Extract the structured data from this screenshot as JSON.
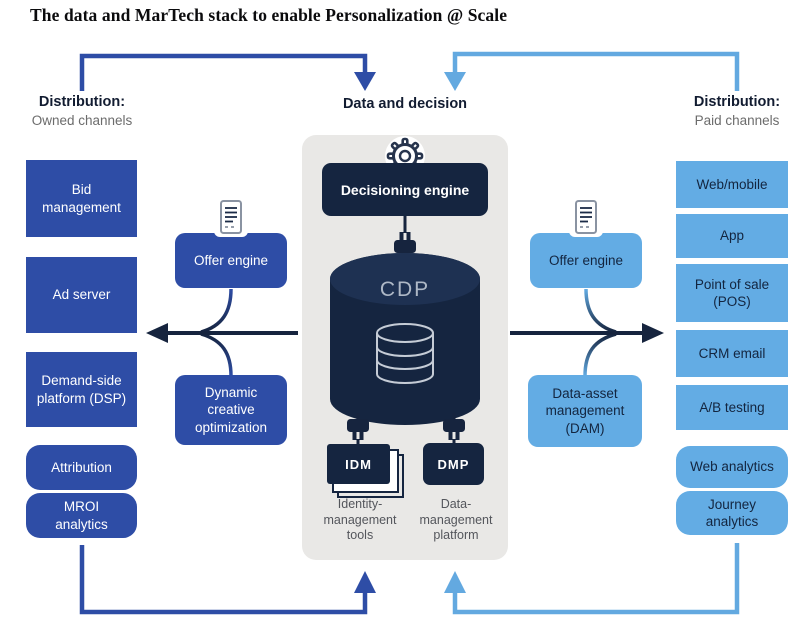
{
  "title": "The data and MarTech stack to enable Personalization @ Scale",
  "colors": {
    "dark_blue": "#2e4da6",
    "light_blue": "#63ace4",
    "navy": "#152540",
    "panel_gray": "#e9e8e6",
    "arrow_dark": "#16243e"
  },
  "icons": {
    "gear": "gear-icon",
    "tablet": "tablet-icon",
    "database": "database-icon",
    "plug": "plug-icon"
  },
  "left_column": {
    "header": "Distribution:",
    "subheader": "Owned channels",
    "boxes": [
      {
        "label": "Bid\nmanagement"
      },
      {
        "label": "Ad server"
      },
      {
        "label": "Demand-side\nplatform (DSP)"
      },
      {
        "label": "Attribution"
      },
      {
        "label": "MROI\nanalytics"
      }
    ]
  },
  "left_mid": {
    "offer_engine": "Offer engine",
    "dco": "Dynamic\ncreative\noptimization"
  },
  "center": {
    "header": "Data and decision",
    "decisioning_engine": "Decisioning engine",
    "cdp": "CDP",
    "idm": "IDM",
    "dmp": "DMP",
    "idm_caption": "Identity-\nmanagement\ntools",
    "dmp_caption": "Data-\nmanagement\nplatform"
  },
  "right_mid": {
    "offer_engine": "Offer engine",
    "dam": "Data-asset\nmanagement\n(DAM)"
  },
  "right_column": {
    "header": "Distribution:",
    "subheader": "Paid channels",
    "boxes": [
      {
        "label": "Web/mobile"
      },
      {
        "label": "App"
      },
      {
        "label": "Point of sale\n(POS)"
      },
      {
        "label": "CRM email"
      },
      {
        "label": "A/B testing"
      },
      {
        "label": "Web analytics"
      },
      {
        "label": "Journey\nanalytics"
      }
    ]
  }
}
